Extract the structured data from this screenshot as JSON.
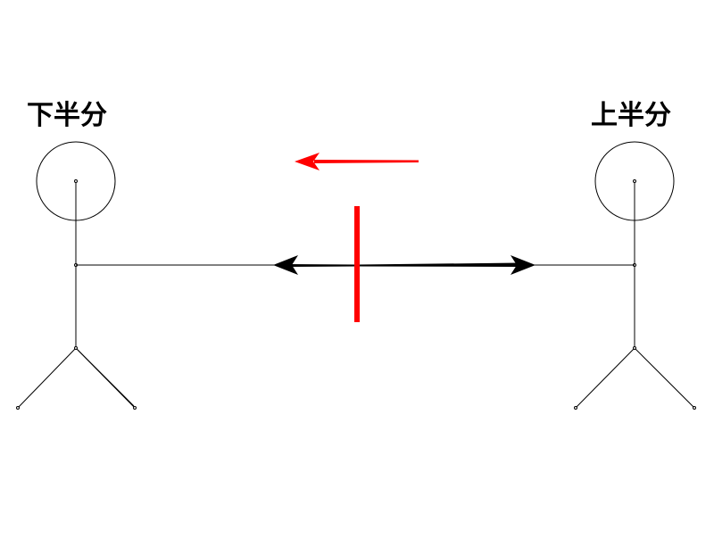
{
  "labels": {
    "left": "下半分",
    "right": "上半分"
  },
  "figures": [
    {
      "id": "left-figure",
      "side": "left"
    },
    {
      "id": "right-figure",
      "side": "right"
    }
  ],
  "diagram": {
    "rope_color": "#000000",
    "arrow_color": "#000000",
    "motion_arrow": {
      "direction": "left",
      "color": "#ff0000"
    },
    "center_marker": {
      "orientation": "vertical",
      "color": "#ff0000"
    }
  }
}
